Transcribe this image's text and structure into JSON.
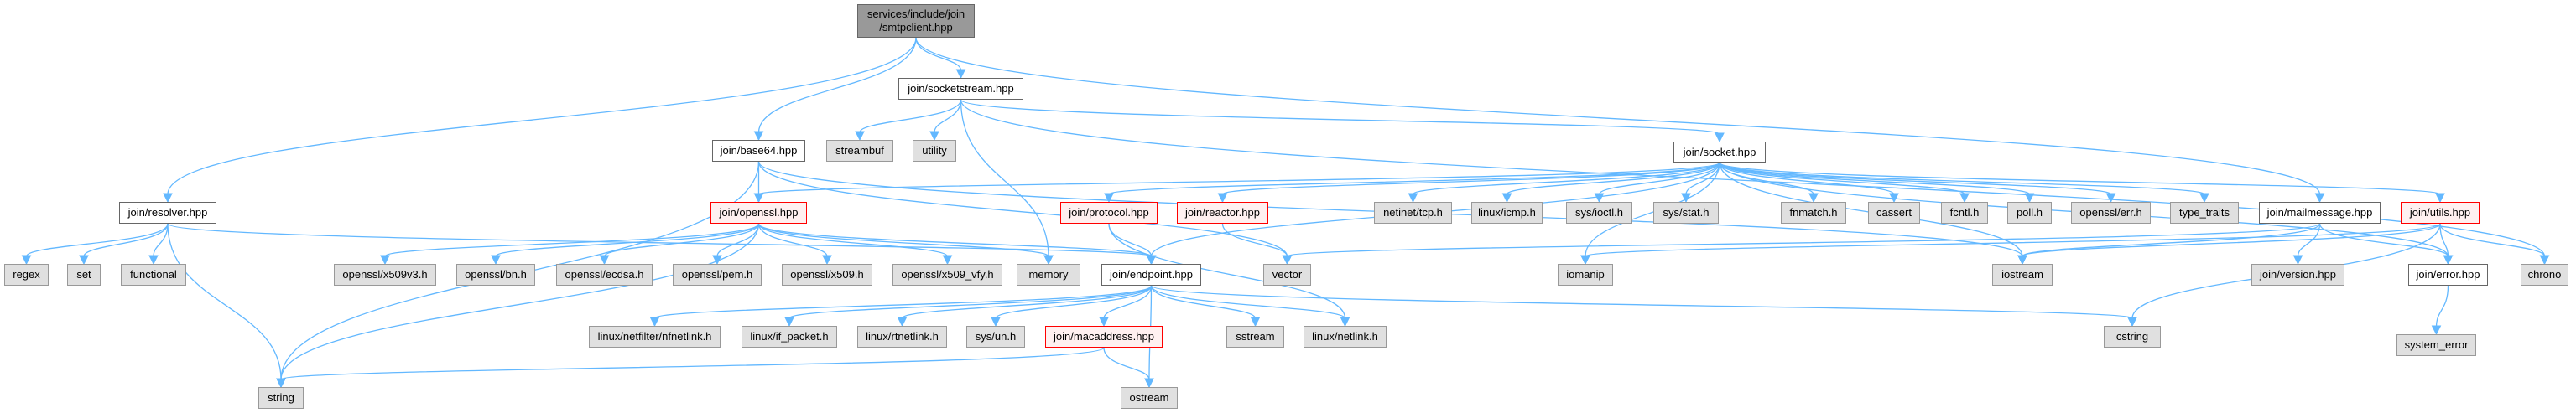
{
  "graph": {
    "title": "services/include/join/smtpclient.hpp include dependency graph",
    "colors": {
      "edge": "#63b8ff",
      "root_fill": "#999999",
      "external_fill": "#e0e0e0",
      "incomplete_border": "#ff0000"
    },
    "nodes": {
      "smtpclient": {
        "label": "services/include/join\n/smtpclient.hpp",
        "kind": "root"
      },
      "socketstream": {
        "label": "join/socketstream.hpp",
        "kind": "local"
      },
      "base64": {
        "label": "join/base64.hpp",
        "kind": "local"
      },
      "streambuf": {
        "label": "streambuf",
        "kind": "ext"
      },
      "utility": {
        "label": "utility",
        "kind": "ext"
      },
      "socket": {
        "label": "join/socket.hpp",
        "kind": "local"
      },
      "resolver": {
        "label": "join/resolver.hpp",
        "kind": "local"
      },
      "openssl": {
        "label": "join/openssl.hpp",
        "kind": "incomplete"
      },
      "protocol": {
        "label": "join/protocol.hpp",
        "kind": "incomplete"
      },
      "reactor": {
        "label": "join/reactor.hpp",
        "kind": "incomplete"
      },
      "tcp": {
        "label": "netinet/tcp.h",
        "kind": "ext"
      },
      "icmp": {
        "label": "linux/icmp.h",
        "kind": "ext"
      },
      "ioctl": {
        "label": "sys/ioctl.h",
        "kind": "ext"
      },
      "stat": {
        "label": "sys/stat.h",
        "kind": "ext"
      },
      "fnmatch": {
        "label": "fnmatch.h",
        "kind": "ext"
      },
      "cassert": {
        "label": "cassert",
        "kind": "ext"
      },
      "fcntl": {
        "label": "fcntl.h",
        "kind": "ext"
      },
      "poll": {
        "label": "poll.h",
        "kind": "ext"
      },
      "sslerr": {
        "label": "openssl/err.h",
        "kind": "ext"
      },
      "type_traits": {
        "label": "type_traits",
        "kind": "ext"
      },
      "mailmessage": {
        "label": "join/mailmessage.hpp",
        "kind": "local"
      },
      "utils": {
        "label": "join/utils.hpp",
        "kind": "incomplete"
      },
      "regex": {
        "label": "regex",
        "kind": "ext"
      },
      "set": {
        "label": "set",
        "kind": "ext"
      },
      "functional": {
        "label": "functional",
        "kind": "ext"
      },
      "x509v3": {
        "label": "openssl/x509v3.h",
        "kind": "ext"
      },
      "bn": {
        "label": "openssl/bn.h",
        "kind": "ext"
      },
      "ecdsa": {
        "label": "openssl/ecdsa.h",
        "kind": "ext"
      },
      "pem": {
        "label": "openssl/pem.h",
        "kind": "ext"
      },
      "x509": {
        "label": "openssl/x509.h",
        "kind": "ext"
      },
      "x509vfy": {
        "label": "openssl/x509_vfy.h",
        "kind": "ext"
      },
      "memory": {
        "label": "memory",
        "kind": "ext"
      },
      "endpoint": {
        "label": "join/endpoint.hpp",
        "kind": "local"
      },
      "vector": {
        "label": "vector",
        "kind": "ext"
      },
      "iomanip": {
        "label": "iomanip",
        "kind": "ext"
      },
      "iostream": {
        "label": "iostream",
        "kind": "ext"
      },
      "version": {
        "label": "join/version.hpp",
        "kind": "ext"
      },
      "error": {
        "label": "join/error.hpp",
        "kind": "local"
      },
      "chrono": {
        "label": "chrono",
        "kind": "ext"
      },
      "nfnetlink": {
        "label": "linux/netfilter/nfnetlink.h",
        "kind": "ext"
      },
      "if_packet": {
        "label": "linux/if_packet.h",
        "kind": "ext"
      },
      "rtnetlink": {
        "label": "linux/rtnetlink.h",
        "kind": "ext"
      },
      "sys_un": {
        "label": "sys/un.h",
        "kind": "ext"
      },
      "macaddress": {
        "label": "join/macaddress.hpp",
        "kind": "incomplete"
      },
      "sstream": {
        "label": "sstream",
        "kind": "ext"
      },
      "netlink": {
        "label": "linux/netlink.h",
        "kind": "ext"
      },
      "cstring": {
        "label": "cstring",
        "kind": "ext"
      },
      "system_error": {
        "label": "system_error",
        "kind": "ext"
      },
      "string": {
        "label": "string",
        "kind": "ext"
      },
      "ostream": {
        "label": "ostream",
        "kind": "ext"
      }
    },
    "edges": [
      [
        "smtpclient",
        "socketstream"
      ],
      [
        "smtpclient",
        "base64"
      ],
      [
        "smtpclient",
        "resolver"
      ],
      [
        "smtpclient",
        "mailmessage"
      ],
      [
        "socketstream",
        "streambuf"
      ],
      [
        "socketstream",
        "utility"
      ],
      [
        "socketstream",
        "memory"
      ],
      [
        "socketstream",
        "socket"
      ],
      [
        "socketstream",
        "chrono"
      ],
      [
        "base64",
        "openssl"
      ],
      [
        "base64",
        "string"
      ],
      [
        "base64",
        "vector"
      ],
      [
        "base64",
        "iostream"
      ],
      [
        "resolver",
        "regex"
      ],
      [
        "resolver",
        "set"
      ],
      [
        "resolver",
        "functional"
      ],
      [
        "resolver",
        "string"
      ],
      [
        "resolver",
        "endpoint"
      ],
      [
        "socket",
        "openssl"
      ],
      [
        "socket",
        "protocol"
      ],
      [
        "socket",
        "reactor"
      ],
      [
        "socket",
        "tcp"
      ],
      [
        "socket",
        "icmp"
      ],
      [
        "socket",
        "ioctl"
      ],
      [
        "socket",
        "stat"
      ],
      [
        "socket",
        "fnmatch"
      ],
      [
        "socket",
        "cassert"
      ],
      [
        "socket",
        "fcntl"
      ],
      [
        "socket",
        "poll"
      ],
      [
        "socket",
        "sslerr"
      ],
      [
        "socket",
        "type_traits"
      ],
      [
        "socket",
        "utils"
      ],
      [
        "socket",
        "endpoint"
      ],
      [
        "socket",
        "iostream"
      ],
      [
        "socket",
        "error"
      ],
      [
        "socket",
        "iomanip"
      ],
      [
        "openssl",
        "x509v3"
      ],
      [
        "openssl",
        "bn"
      ],
      [
        "openssl",
        "ecdsa"
      ],
      [
        "openssl",
        "pem"
      ],
      [
        "openssl",
        "x509"
      ],
      [
        "openssl",
        "x509vfy"
      ],
      [
        "openssl",
        "memory"
      ],
      [
        "openssl",
        "string"
      ],
      [
        "openssl",
        "endpoint"
      ],
      [
        "protocol",
        "endpoint"
      ],
      [
        "protocol",
        "netlink"
      ],
      [
        "reactor",
        "vector"
      ],
      [
        "endpoint",
        "nfnetlink"
      ],
      [
        "endpoint",
        "if_packet"
      ],
      [
        "endpoint",
        "rtnetlink"
      ],
      [
        "endpoint",
        "sys_un"
      ],
      [
        "endpoint",
        "macaddress"
      ],
      [
        "endpoint",
        "ostream"
      ],
      [
        "endpoint",
        "sstream"
      ],
      [
        "endpoint",
        "netlink"
      ],
      [
        "endpoint",
        "cstring"
      ],
      [
        "macaddress",
        "string"
      ],
      [
        "macaddress",
        "ostream"
      ],
      [
        "mailmessage",
        "version"
      ],
      [
        "mailmessage",
        "error"
      ],
      [
        "mailmessage",
        "iostream"
      ],
      [
        "mailmessage",
        "vector"
      ],
      [
        "utils",
        "error"
      ],
      [
        "utils",
        "chrono"
      ],
      [
        "utils",
        "iostream"
      ],
      [
        "utils",
        "iomanip"
      ],
      [
        "utils",
        "cstring"
      ],
      [
        "error",
        "system_error"
      ]
    ]
  }
}
